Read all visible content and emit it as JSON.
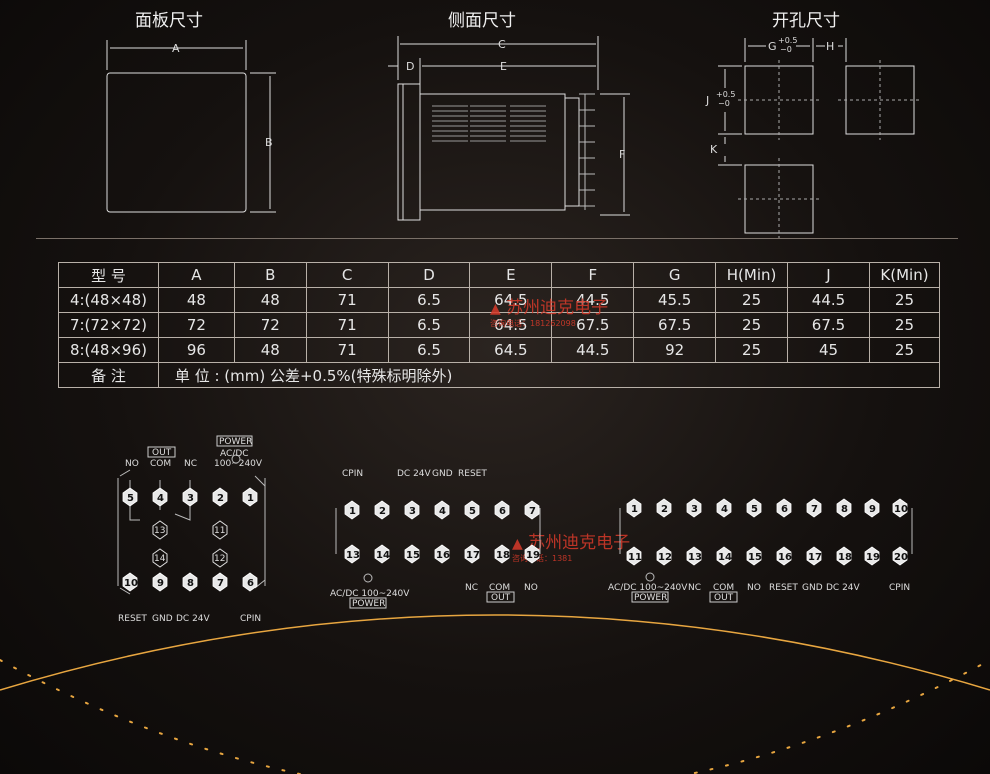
{
  "sections": {
    "panel": "面板尺寸",
    "side": "侧面尺寸",
    "cutout": "开孔尺寸"
  },
  "dims": {
    "A": "A",
    "B": "B",
    "C": "C",
    "D": "D",
    "E": "E",
    "F": "F",
    "G": "G",
    "H": "H",
    "J": "J",
    "K": "K",
    "tol_plus": "+0.5",
    "tol_minus": "−0"
  },
  "table": {
    "headers": [
      "型  号",
      "A",
      "B",
      "C",
      "D",
      "E",
      "F",
      "G",
      "H(Min)",
      "J",
      "K(Min)"
    ],
    "rows": [
      [
        "4:(48×48)",
        "48",
        "48",
        "71",
        "6.5",
        "64.5",
        "44.5",
        "45.5",
        "25",
        "44.5",
        "25"
      ],
      [
        "7:(72×72)",
        "72",
        "72",
        "71",
        "6.5",
        "64.5",
        "67.5",
        "67.5",
        "25",
        "67.5",
        "25"
      ],
      [
        "8:(48×96)",
        "96",
        "48",
        "71",
        "6.5",
        "64.5",
        "44.5",
        "92",
        "25",
        "45",
        "25"
      ]
    ],
    "note_label": "备  注",
    "note_text": "单 位 : (mm)   公差+0.5%(特殊标明除外)"
  },
  "watermark": {
    "name": "苏州迪克电子",
    "phone1": "咨询电话：181262098",
    "phone2": "咨询电话：1381"
  },
  "wiring": {
    "d1": {
      "top_labels": [
        "NO",
        "COM",
        "NC"
      ],
      "out": "OUT",
      "power": "POWER",
      "acdc": "AC/DC",
      "range": "100~240V",
      "top_pins": [
        "5",
        "4",
        "3",
        "2",
        "1"
      ],
      "mid_pins": [
        "13",
        "14",
        "11",
        "12"
      ],
      "bot_pins": [
        "10",
        "9",
        "8",
        "7",
        "6"
      ],
      "bot_labels": [
        "RESET",
        "GND",
        "DC 24V",
        "CPIN"
      ]
    },
    "d2": {
      "top_labels": [
        "CPIN",
        "DC 24V",
        "GND",
        "RESET"
      ],
      "top_pins": [
        "1",
        "2",
        "3",
        "4",
        "5",
        "6",
        "7"
      ],
      "bot_pins": [
        "13",
        "14",
        "15",
        "16",
        "17",
        "18",
        "19"
      ],
      "bot_labels": [
        "NC",
        "COM",
        "NO"
      ],
      "out": "OUT",
      "acdc": "AC/DC 100~240V",
      "power": "POWER"
    },
    "d3": {
      "top_pins": [
        "1",
        "2",
        "3",
        "4",
        "5",
        "6",
        "7",
        "8",
        "9",
        "10"
      ],
      "bot_pins": [
        "11",
        "12",
        "13",
        "14",
        "15",
        "16",
        "17",
        "18",
        "19",
        "20"
      ],
      "bot_labels": [
        "AC/DC 100~240V",
        "NC",
        "COM",
        "NO",
        "RESET",
        "GND",
        "DC 24V",
        "CPIN"
      ],
      "power": "POWER",
      "out": "OUT"
    }
  },
  "colors": {
    "background": "#15110f",
    "accent_arc": "#e8a640",
    "watermark": "#d83a2a"
  }
}
